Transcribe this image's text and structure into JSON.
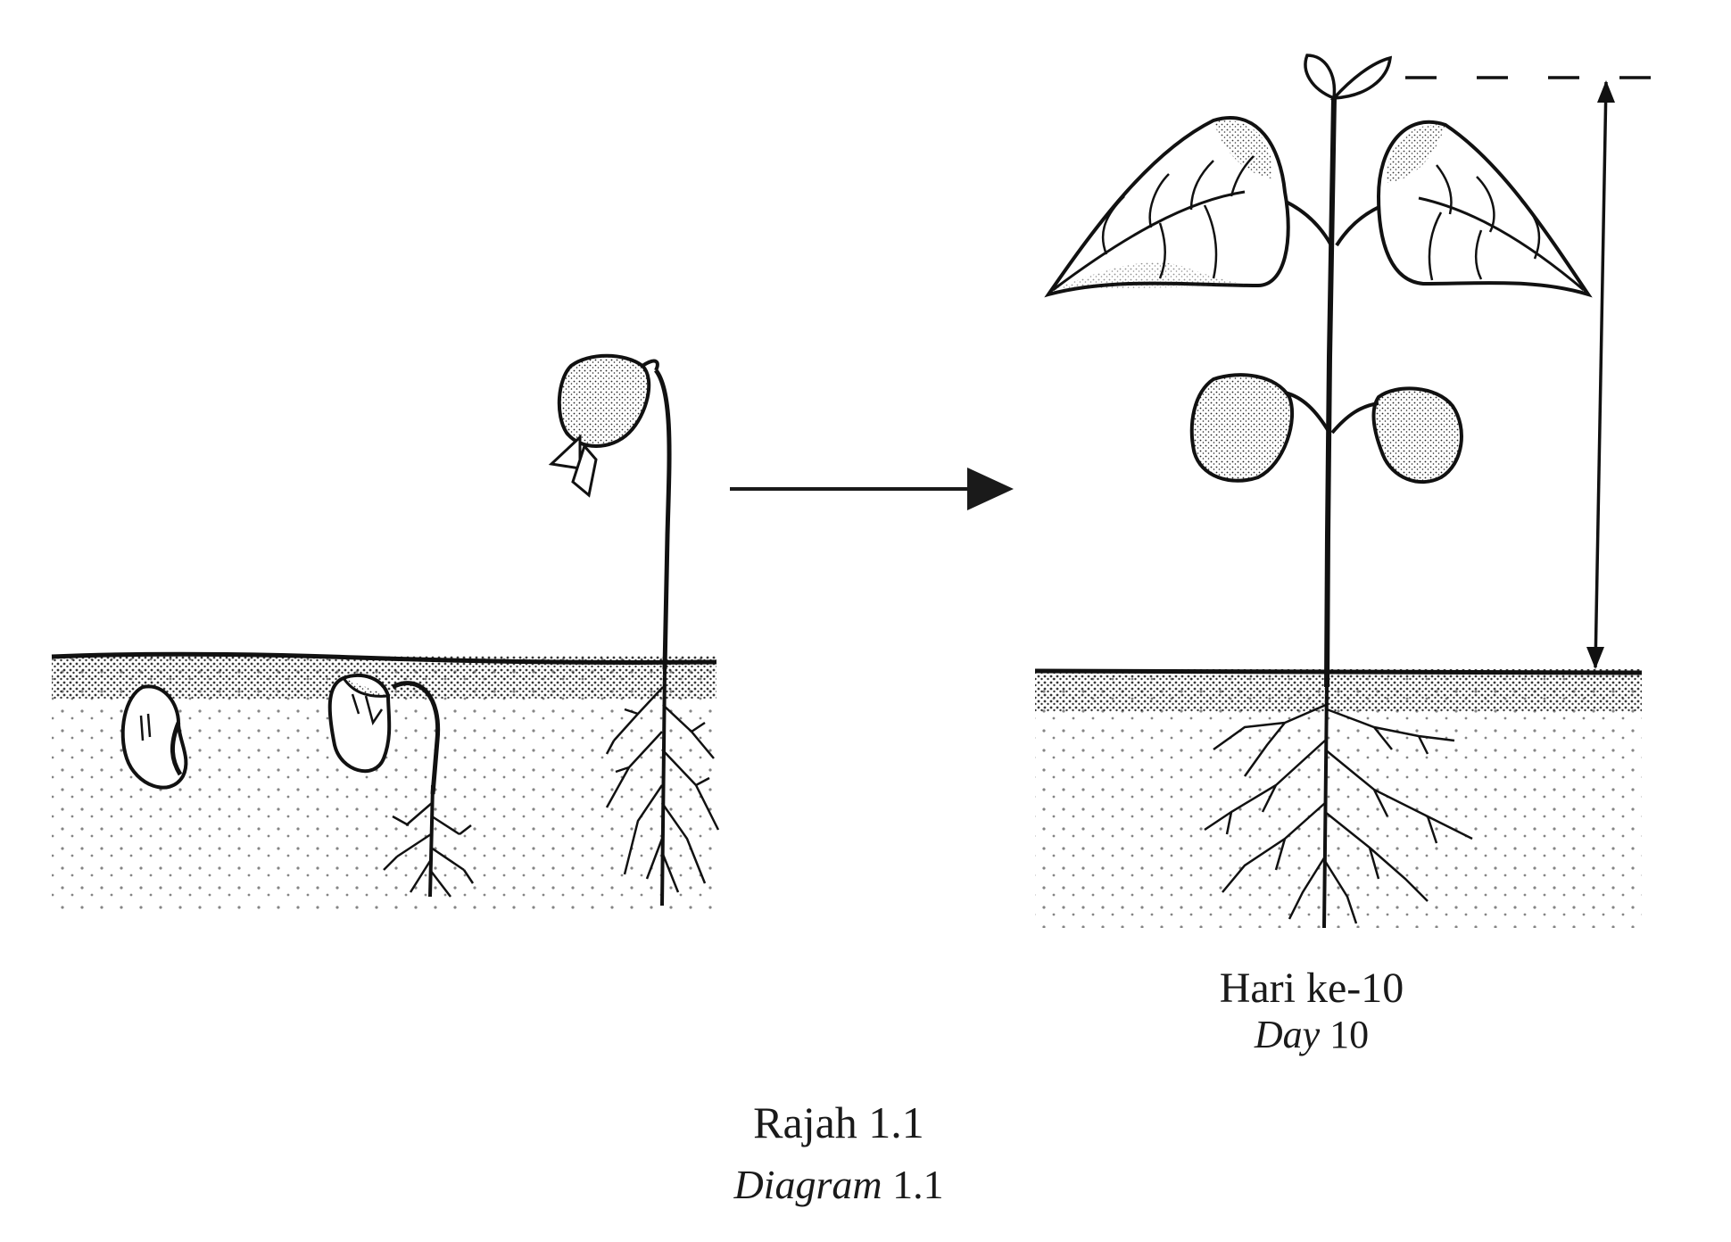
{
  "figure": {
    "day_caption": {
      "malay": "Hari ke-10",
      "english_italic": "Day",
      "english_number": "10"
    },
    "diagram_caption": {
      "malay": "Rajah 1.1",
      "english_italic": "Diagram",
      "english_number": "1.1"
    }
  },
  "stages": [
    {
      "id": "seed",
      "description_icon": "bean-seed-icon"
    },
    {
      "id": "germinating-seed",
      "description_icon": "germinating-seed-icon"
    },
    {
      "id": "young-seedling",
      "description_icon": "seedling-icon"
    },
    {
      "id": "day-10-plant",
      "description_icon": "plant-icon"
    }
  ],
  "colors": {
    "ink": "#1a1a1a",
    "background": "#ffffff"
  }
}
